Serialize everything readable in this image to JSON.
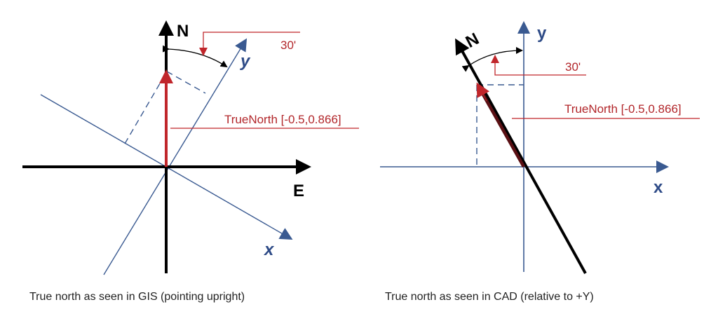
{
  "colors": {
    "black": "#000000",
    "blue": "#3a5a91",
    "red": "#c0262b",
    "dark_red": "#5a1014"
  },
  "gis_panel": {
    "north_label": "N",
    "east_label": "E",
    "y_label": "y",
    "x_label": "x",
    "angle_label": "30'",
    "truenorth_label": "TrueNorth [-0.5,0.866]",
    "caption": "True north as seen in GIS (pointing upright)"
  },
  "cad_panel": {
    "north_label": "N",
    "y_label": "y",
    "x_label": "x",
    "angle_label": "30'",
    "truenorth_label": "TrueNorth [-0.5,0.866]",
    "caption": "True north as seen in CAD (relative to +Y)"
  }
}
